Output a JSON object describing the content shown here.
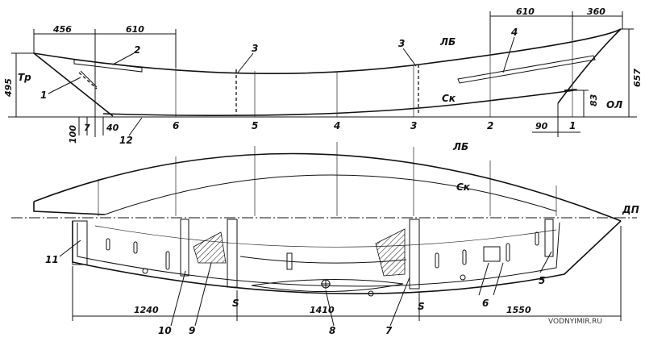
{
  "dimensions": {
    "d456": "456",
    "d610_left": "610",
    "d610_right": "610",
    "d360": "360",
    "d495": "495",
    "d657": "657",
    "d83": "83",
    "d100": "100",
    "d7": "7",
    "d40": "40",
    "d90": "90",
    "d1240": "1240",
    "d1410": "1410",
    "d1550": "1550"
  },
  "labels": {
    "sheer_top": "ЛБ",
    "chine_top": "Ск",
    "sheer_plan": "ЛБ",
    "chine_plan": "Ск",
    "transom": "Тр",
    "baseline": "ОЛ",
    "centerline": "ДП"
  },
  "frames_side": [
    "6",
    "5",
    "4",
    "3",
    "2",
    "1"
  ],
  "parts": {
    "p1": "1",
    "p2": "2",
    "p3a": "3",
    "p3b": "3",
    "p4": "4",
    "p5": "5",
    "p6": "6",
    "p7": "7",
    "p8": "8",
    "p9": "9",
    "p10": "10",
    "p11": "11",
    "p12": "12"
  },
  "station_marks": [
    "S",
    "S"
  ],
  "watermark": "VODNYIMIR.RU"
}
